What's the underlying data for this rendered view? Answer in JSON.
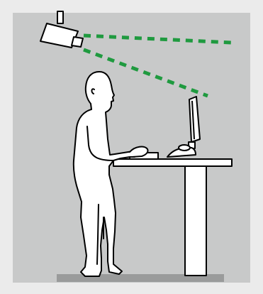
{
  "illustration": {
    "subject": "standing-desk-ergonomics",
    "colors": {
      "background": "#ebebeb",
      "panel": "#c8c9c9",
      "floor": "#9a9b9b",
      "outline": "#000000",
      "fill": "#ffffff",
      "sightline": "#1f9a3f"
    },
    "icons": [
      "camera-icon",
      "person-figure",
      "desk",
      "monitor",
      "keyboard",
      "mouse"
    ]
  }
}
